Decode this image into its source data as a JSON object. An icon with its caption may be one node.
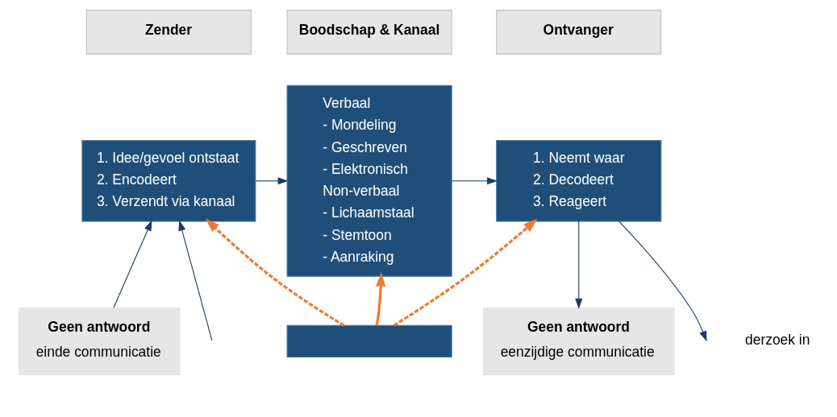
{
  "diagram": {
    "nodes": [
      {
        "text": [
          "Zender"
        ]
      },
      {
        "text": [
          "1. Idee/gevoel ontstaat",
          "2. Encodeert",
          "3. Verzendt via kanaal"
        ]
      },
      {
        "text": [
          "Boodschap & Kanaal"
        ]
      },
      {
        "text": [
          "Verbaal",
          "- Mondeling",
          "- Geschreven",
          "- Elektronisch",
          "Non-verbaal",
          "- Lichaamstaal",
          "- Stemtoon",
          "- Aanraking"
        ]
      },
      {
        "text": [
          "Ontvanger"
        ]
      },
      {
        "text": [
          "1. Neemt waar",
          "2. Decodeert",
          "3. Reageert"
        ]
      },
      {
        "text": [
          "Geen antwoord",
          "einde communicatie"
        ]
      },
      {
        "text": [
          "Geen antwoord",
          "eenzijdige communicatie"
        ]
      },
      {
        "text": [],
        "shape": "box"
      }
    ],
    "edges": [
      {
        "from": 1,
        "to": 3,
        "arrow": "to"
      },
      {
        "from": 3,
        "to": 5,
        "arrow": "to"
      },
      {
        "from": 6,
        "to": 1,
        "arrow": "to"
      },
      {
        "from": null,
        "to": 1,
        "arrow": "to"
      },
      {
        "from": 5,
        "to": 7,
        "arrow": "to"
      },
      {
        "from": 5,
        "to": null,
        "arrow": "to"
      },
      {
        "from": 8,
        "to": 1,
        "arrow": "to",
        "style": "dashed",
        "color": "#ed7d31"
      },
      {
        "from": 8,
        "to": 3,
        "arrow": "to",
        "style": "thick",
        "color": "#ed7d31"
      },
      {
        "from": 8,
        "to": 5,
        "arrow": "to",
        "style": "dashed",
        "color": "#ed7d31"
      }
    ],
    "labels": [
      "derzoek in"
    ]
  }
}
